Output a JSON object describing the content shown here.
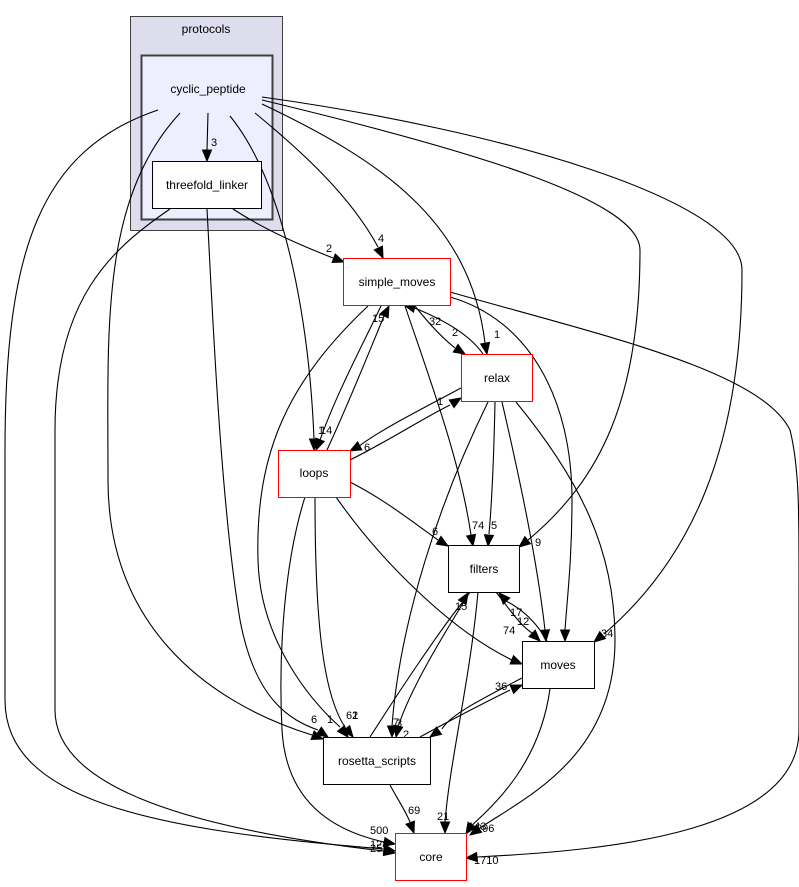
{
  "graph": {
    "clusters": [
      {
        "id": "protocols",
        "label": "protocols",
        "fill": "#ddddee",
        "border": "#404040"
      },
      {
        "id": "cyclic_peptide",
        "label": "cyclic_peptide",
        "fill": "#eeeeff",
        "border": "#404040"
      }
    ],
    "nodes": [
      {
        "id": "threefold_linker",
        "label": "threefold_linker",
        "border": "#000000"
      },
      {
        "id": "simple_moves",
        "label": "simple_moves",
        "border": "#ff0000"
      },
      {
        "id": "relax",
        "label": "relax",
        "border": "#ff0000"
      },
      {
        "id": "loops",
        "label": "loops",
        "border": "#ff0000"
      },
      {
        "id": "filters",
        "label": "filters",
        "border": "#000000"
      },
      {
        "id": "moves",
        "label": "moves",
        "border": "#000000"
      },
      {
        "id": "rosetta_scripts",
        "label": "rosetta_scripts",
        "border": "#000000"
      },
      {
        "id": "core",
        "label": "core",
        "border": "#ff0000"
      }
    ],
    "edges": [
      {
        "from": "cyclic_peptide",
        "to": "threefold_linker",
        "label": "3"
      },
      {
        "from": "cyclic_peptide",
        "to": "simple_moves",
        "label": "4"
      },
      {
        "from": "cyclic_peptide",
        "to": "relax",
        "label": "1"
      },
      {
        "from": "cyclic_peptide",
        "to": "loops",
        "label": "1"
      },
      {
        "from": "cyclic_peptide",
        "to": "filters",
        "label": "9"
      },
      {
        "from": "cyclic_peptide",
        "to": "moves",
        "label": "34"
      },
      {
        "from": "cyclic_peptide",
        "to": "rosetta_scripts",
        "label": "6"
      },
      {
        "from": "cyclic_peptide",
        "to": "core",
        "label": "128"
      },
      {
        "from": "threefold_linker",
        "to": "simple_moves",
        "label": "2"
      },
      {
        "from": "threefold_linker",
        "to": "rosetta_scripts",
        "label": "1"
      },
      {
        "from": "threefold_linker",
        "to": "core",
        "label": "25"
      },
      {
        "from": "simple_moves",
        "to": "relax",
        "label": "2"
      },
      {
        "from": "simple_moves",
        "to": "loops",
        "label": "14"
      },
      {
        "from": "simple_moves",
        "to": "filters",
        "label": "74"
      },
      {
        "from": "simple_moves",
        "to": "moves",
        "label": "386"
      },
      {
        "from": "simple_moves",
        "to": "rosetta_scripts",
        "label": "61"
      },
      {
        "from": "simple_moves",
        "to": "core",
        "label": "1710"
      },
      {
        "from": "relax",
        "to": "simple_moves",
        "label": "32"
      },
      {
        "from": "relax",
        "to": "loops",
        "label": "6"
      },
      {
        "from": "relax",
        "to": "filters",
        "label": "5"
      },
      {
        "from": "relax",
        "to": "moves",
        "label": "36"
      },
      {
        "from": "relax",
        "to": "rosetta_scripts",
        "label": "7"
      },
      {
        "from": "relax",
        "to": "core",
        "label": "296"
      },
      {
        "from": "loops",
        "to": "simple_moves",
        "label": "15"
      },
      {
        "from": "loops",
        "to": "relax",
        "label": "1"
      },
      {
        "from": "loops",
        "to": "filters",
        "label": "6"
      },
      {
        "from": "loops",
        "to": "moves",
        "label": "74"
      },
      {
        "from": "loops",
        "to": "rosetta_scripts",
        "label": "2"
      },
      {
        "from": "loops",
        "to": "core",
        "label": "500"
      },
      {
        "from": "filters",
        "to": "moves",
        "label": "12"
      },
      {
        "from": "filters",
        "to": "rosetta_scripts",
        "label": "3"
      },
      {
        "from": "filters",
        "to": "core",
        "label": "21"
      },
      {
        "from": "moves",
        "to": "filters",
        "label": "17"
      },
      {
        "from": "moves",
        "to": "rosetta_scripts",
        "label": "2"
      },
      {
        "from": "moves",
        "to": "core",
        "label": "143"
      },
      {
        "from": "rosetta_scripts",
        "to": "filters",
        "label": "15"
      },
      {
        "from": "rosetta_scripts",
        "to": "moves",
        "label": "36"
      },
      {
        "from": "rosetta_scripts",
        "to": "core",
        "label": "69"
      },
      {
        "from": "loops",
        "to": "loops_in",
        "label": "14"
      }
    ]
  }
}
